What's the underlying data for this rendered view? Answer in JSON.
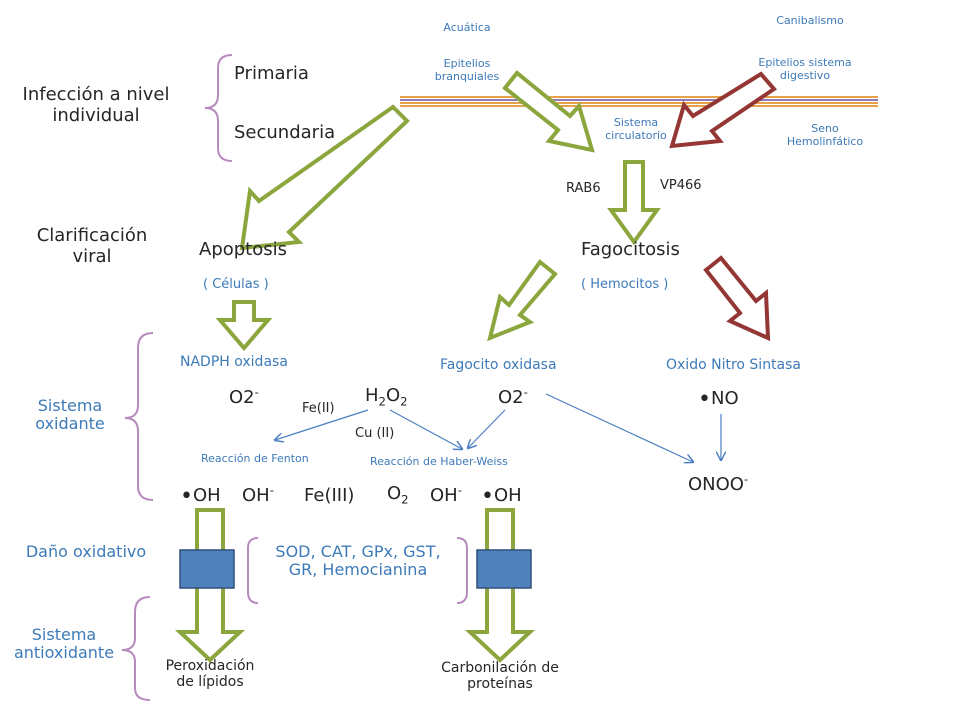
{
  "colors": {
    "green": "#8aa63c",
    "red": "#943634",
    "blue": "#3d7ab8",
    "box": "#4f81bd",
    "brace": "#b78bbd",
    "band_orange": "#e6a24a",
    "band_purple": "#8d7cb6"
  },
  "left": {
    "infeccion": "Infección a nivel individual",
    "clarificacion": "Clarificación viral",
    "sistema_oxidante": "Sistema oxidante",
    "dano_oxidativo": "Daño oxidativo",
    "sistema_antioxidante": "Sistema antioxidante"
  },
  "infection": {
    "primaria": "Primaria",
    "secundaria": "Secundaria"
  },
  "top": {
    "acuatica": "Acuática",
    "epitelios_branquiales": "Epitelios branquiales",
    "canibalismo": "Canibalismo",
    "epitelios_digestivo": "Epitelios sistema digestivo",
    "sistema_circulatorio": "Sistema circulatorio",
    "seno": "Seno Hemolinfático",
    "rab6": "RAB6",
    "vp466": "VP466"
  },
  "mid": {
    "apoptosis": "Apoptosis",
    "celulas": "( Células )",
    "fagocitosis": "Fagocitosis",
    "hemocitos": "( Hemocitos )",
    "nadph": "NADPH oxidasa",
    "fagocito_oxidasa": "Fagocito oxidasa",
    "oxido_nitro": "Oxido Nitro Sintasa"
  },
  "chem": {
    "o2_left": "O2",
    "minus": "-",
    "h2": "H",
    "two": "2",
    "o2b": "O",
    "o2_mid": "O2",
    "no_dot": "•",
    "no": "NO",
    "fe2": "Fe(II)",
    "cu2": "Cu (II)",
    "fenton": "Reacción de Fenton",
    "haber": "Reacción de Haber-Weiss",
    "oh1": "OH",
    "oh2": "OH",
    "fe3": "Fe(III)",
    "o2c": "O",
    "oh3": "OH",
    "oh4": "OH",
    "onoo": "ONOO"
  },
  "anti": {
    "enzymes": "SOD, CAT, GPx, GST, GR, Hemocianina",
    "peroxidacion": "Peroxidación de lípidos",
    "carbonilacion": "Carbonilación de proteínas"
  }
}
